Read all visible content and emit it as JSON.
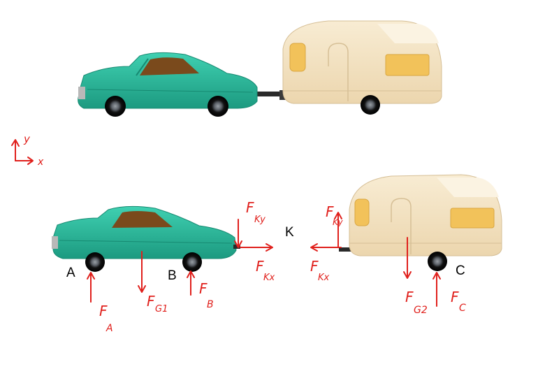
{
  "axes": {
    "y": "y",
    "x": "x"
  },
  "points": {
    "A": "A",
    "B": "B",
    "C": "C",
    "K": "K"
  },
  "forces": {
    "FA": {
      "main": "F",
      "sub": "A"
    },
    "FG1": {
      "main": "F",
      "sub": "G1"
    },
    "FB": {
      "main": "F",
      "sub": "B"
    },
    "FKy_car": {
      "main": "F",
      "sub": "Ky"
    },
    "FKx_car": {
      "main": "F",
      "sub": "Kx"
    },
    "FKy_trailer": {
      "main": "F",
      "sub": "Ky"
    },
    "FKx_trailer": {
      "main": "F",
      "sub": "Kx"
    },
    "FG2": {
      "main": "F",
      "sub": "G2"
    },
    "FC": {
      "main": "F",
      "sub": "C"
    }
  },
  "colors": {
    "car_body": "#2bb89c",
    "car_shadow": "#1d8f78",
    "trailer_body": "#f3e2c2",
    "trailer_shadow": "#e0caa4",
    "annotation": "#e0201c"
  }
}
